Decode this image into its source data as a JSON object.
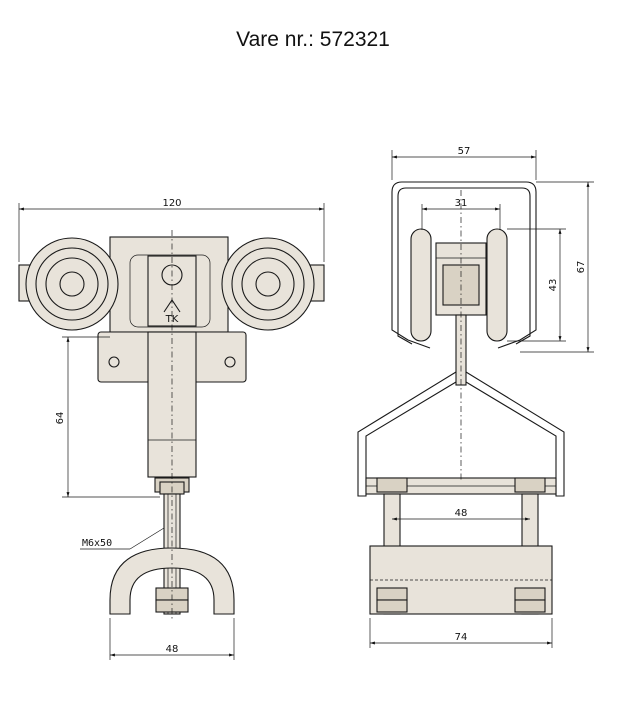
{
  "title": "Vare nr.: 572321",
  "front_view": {
    "dim_width": "120",
    "dim_height": "64",
    "bolt_label": "M6x50",
    "dim_bracket": "48",
    "logo_text": "TK"
  },
  "side_view": {
    "dim_outer_width": "57",
    "dim_inner_width": "31",
    "dim_height": "67",
    "dim_wheel_height": "43",
    "dim_bolt_spacing": "48",
    "dim_base_width": "74"
  }
}
